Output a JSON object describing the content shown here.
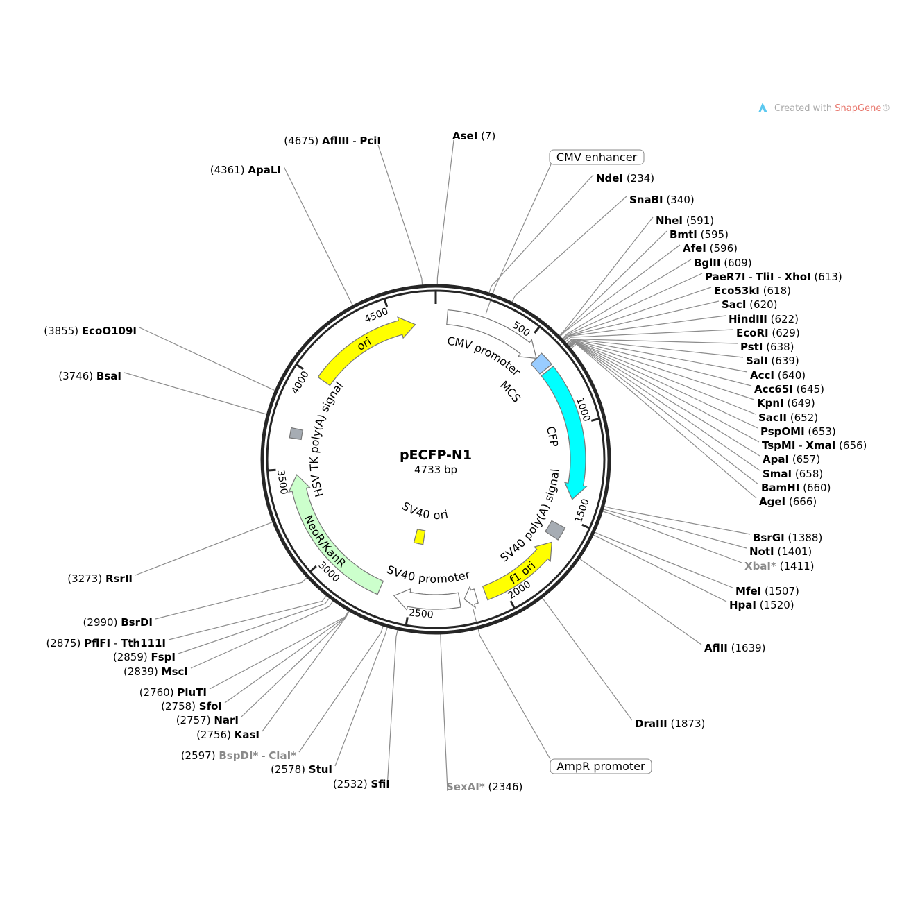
{
  "plasmid": {
    "name": "pECFP-N1",
    "length_label": "4733 bp",
    "length": 4733
  },
  "branding": {
    "prefix": "Created with ",
    "brand": "SnapGene",
    "suffix": "®",
    "brand_color": "#e8786e",
    "icon_color": "#5bc8f0"
  },
  "ticks": [
    500,
    1000,
    1500,
    2000,
    2500,
    3000,
    3500,
    4000,
    4500
  ],
  "features": [
    {
      "name": "CMV promoter",
      "start": 61,
      "end": 590,
      "dir": 1,
      "color": "#ffffff"
    },
    {
      "name": "MCS",
      "start": 591,
      "end": 666,
      "dir": 0,
      "color": "#99ccff"
    },
    {
      "name": "CFP",
      "start": 679,
      "end": 1398,
      "dir": 1,
      "color": "#00ffff"
    },
    {
      "name": "SV40 poly(A) signal",
      "start": 1550,
      "end": 1622,
      "dir": 0,
      "color": "#a6acb3"
    },
    {
      "name": "f1 ori",
      "start": 1650,
      "end": 2100,
      "dir": -1,
      "color": "#ffff00"
    },
    {
      "name": "AmpR promoter",
      "start": 2150,
      "end": 2215,
      "dir": 1,
      "color": "#ffffff"
    },
    {
      "name": "SV40 promoter",
      "start": 2240,
      "end": 2590,
      "dir": 1,
      "color": "#ffffff"
    },
    {
      "name": "SV40 ori",
      "start": 2478,
      "end": 2560,
      "dir": 0,
      "color": "#ffff00"
    },
    {
      "name": "NeoR/KanR",
      "start": 2673,
      "end": 3467,
      "dir": 1,
      "color": "#ccffcc"
    },
    {
      "name": "HSV TK poly(A) signal",
      "start": 3660,
      "end": 3712,
      "dir": 0,
      "color": "#a6acb3"
    },
    {
      "name": "ori",
      "start": 4009,
      "end": 4620,
      "dir": 1,
      "color": "#ffff00"
    }
  ],
  "callouts": [
    {
      "name": "CMV enhancer",
      "pos": 250
    },
    {
      "name": "AmpR promoter",
      "pos": 2182
    }
  ],
  "enzymes": [
    {
      "names": [
        "AseI"
      ],
      "pos": 7
    },
    {
      "names": [
        "NdeI"
      ],
      "pos": 234
    },
    {
      "names": [
        "SnaBI"
      ],
      "pos": 340
    },
    {
      "names": [
        "NheI"
      ],
      "pos": 591
    },
    {
      "names": [
        "BmtI"
      ],
      "pos": 595
    },
    {
      "names": [
        "AfeI"
      ],
      "pos": 596
    },
    {
      "names": [
        "BglII"
      ],
      "pos": 609
    },
    {
      "names": [
        "PaeR7I",
        "TliI",
        "XhoI"
      ],
      "pos": 613
    },
    {
      "names": [
        "Eco53kI"
      ],
      "pos": 618
    },
    {
      "names": [
        "SacI"
      ],
      "pos": 620
    },
    {
      "names": [
        "HindIII"
      ],
      "pos": 622
    },
    {
      "names": [
        "EcoRI"
      ],
      "pos": 629
    },
    {
      "names": [
        "PstI"
      ],
      "pos": 638
    },
    {
      "names": [
        "SalI"
      ],
      "pos": 639
    },
    {
      "names": [
        "AccI"
      ],
      "pos": 640
    },
    {
      "names": [
        "Acc65I"
      ],
      "pos": 645
    },
    {
      "names": [
        "KpnI"
      ],
      "pos": 649
    },
    {
      "names": [
        "SacII"
      ],
      "pos": 652
    },
    {
      "names": [
        "PspOMI"
      ],
      "pos": 653
    },
    {
      "names": [
        "TspMI",
        "XmaI"
      ],
      "pos": 656
    },
    {
      "names": [
        "ApaI"
      ],
      "pos": 657
    },
    {
      "names": [
        "SmaI"
      ],
      "pos": 658
    },
    {
      "names": [
        "BamHI"
      ],
      "pos": 660
    },
    {
      "names": [
        "AgeI"
      ],
      "pos": 666
    },
    {
      "names": [
        "BsrGI"
      ],
      "pos": 1388
    },
    {
      "names": [
        "NotI"
      ],
      "pos": 1401
    },
    {
      "names": [
        "XbaI*"
      ],
      "pos": 1411,
      "gray": true
    },
    {
      "names": [
        "MfeI"
      ],
      "pos": 1507
    },
    {
      "names": [
        "HpaI"
      ],
      "pos": 1520
    },
    {
      "names": [
        "AflII"
      ],
      "pos": 1639
    },
    {
      "names": [
        "DraIII"
      ],
      "pos": 1873
    },
    {
      "names": [
        "SexAI*"
      ],
      "pos": 2346,
      "gray": true
    },
    {
      "names": [
        "SfiI"
      ],
      "pos": 2532
    },
    {
      "names": [
        "StuI"
      ],
      "pos": 2578
    },
    {
      "names": [
        "BspDI*",
        "ClaI*"
      ],
      "pos": 2597,
      "gray": true
    },
    {
      "names": [
        "KasI"
      ],
      "pos": 2756
    },
    {
      "names": [
        "NarI"
      ],
      "pos": 2757
    },
    {
      "names": [
        "SfoI"
      ],
      "pos": 2758
    },
    {
      "names": [
        "PluTI"
      ],
      "pos": 2760
    },
    {
      "names": [
        "MscI"
      ],
      "pos": 2839
    },
    {
      "names": [
        "FspI"
      ],
      "pos": 2859
    },
    {
      "names": [
        "PflFI",
        "Tth111I"
      ],
      "pos": 2875
    },
    {
      "names": [
        "BsrDI"
      ],
      "pos": 2990
    },
    {
      "names": [
        "RsrII"
      ],
      "pos": 3273
    },
    {
      "names": [
        "BsaI"
      ],
      "pos": 3746
    },
    {
      "names": [
        "EcoO109I"
      ],
      "pos": 3855
    },
    {
      "names": [
        "ApaLI"
      ],
      "pos": 4361
    },
    {
      "names": [
        "AflIII",
        "PciI"
      ],
      "pos": 4675
    }
  ]
}
